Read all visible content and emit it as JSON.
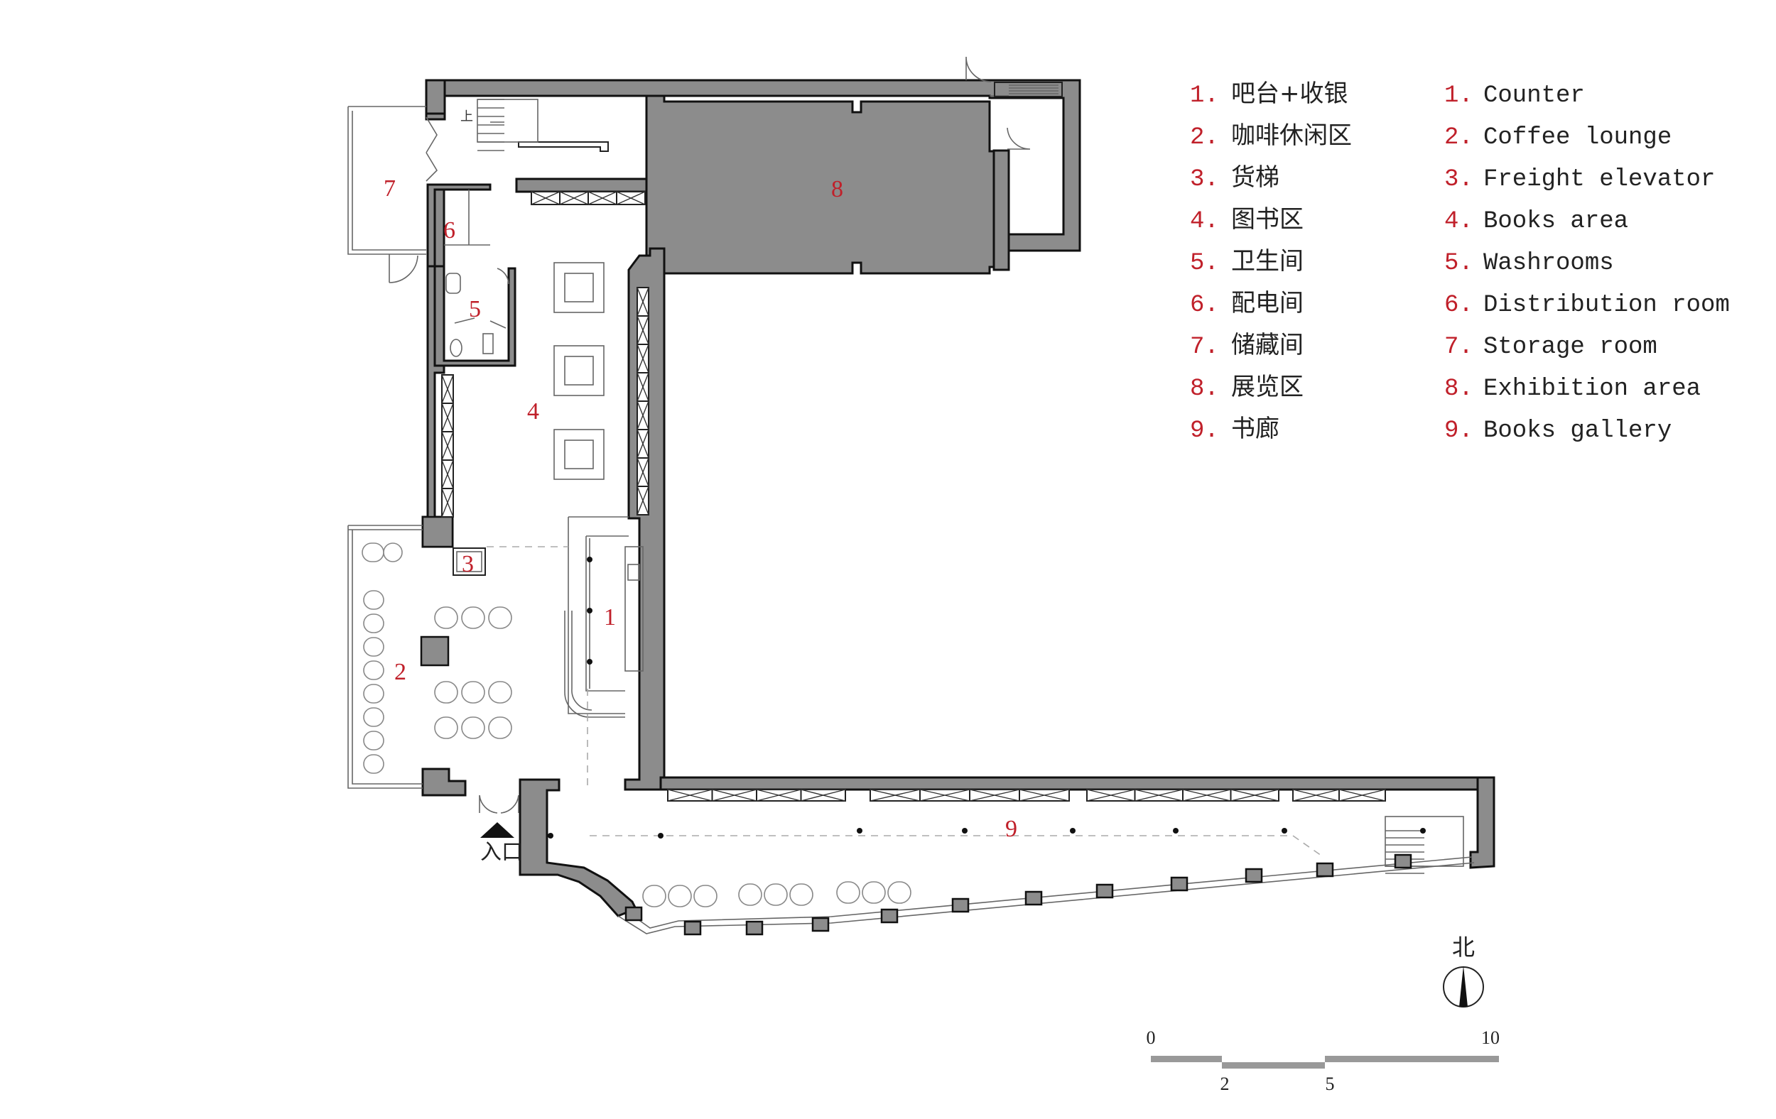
{
  "rooms": [
    {
      "num": "1"
    },
    {
      "num": "2"
    },
    {
      "num": "3"
    },
    {
      "num": "4"
    },
    {
      "num": "5"
    },
    {
      "num": "6"
    },
    {
      "num": "7"
    },
    {
      "num": "8"
    },
    {
      "num": "9"
    }
  ],
  "legend": [
    {
      "num": "1.",
      "zh": "吧台+收银",
      "en": "Counter"
    },
    {
      "num": "2.",
      "zh": "咖啡休闲区",
      "en": "Coffee lounge"
    },
    {
      "num": "3.",
      "zh": "货梯",
      "en": "Freight elevator"
    },
    {
      "num": "4.",
      "zh": "图书区",
      "en": "Books area"
    },
    {
      "num": "5.",
      "zh": "卫生间",
      "en": "Washrooms"
    },
    {
      "num": "6.",
      "zh": "配电间",
      "en": "Distribution room"
    },
    {
      "num": "7.",
      "zh": "储藏间",
      "en": "Storage room"
    },
    {
      "num": "8.",
      "zh": "展览区",
      "en": "Exhibition area"
    },
    {
      "num": "9.",
      "zh": "书廊",
      "en": "Books gallery"
    }
  ],
  "entrance_label": "入口",
  "north_label": "北",
  "stair_up_label": "上",
  "scale": {
    "ticks": [
      "0",
      "2",
      "5",
      "10"
    ]
  },
  "colors": {
    "room_number": "#c0202a",
    "wall_fill": "#8c8c8c",
    "ink": "#111111"
  },
  "icons": [
    "north-arrow-icon",
    "entrance-arrow-icon"
  ]
}
